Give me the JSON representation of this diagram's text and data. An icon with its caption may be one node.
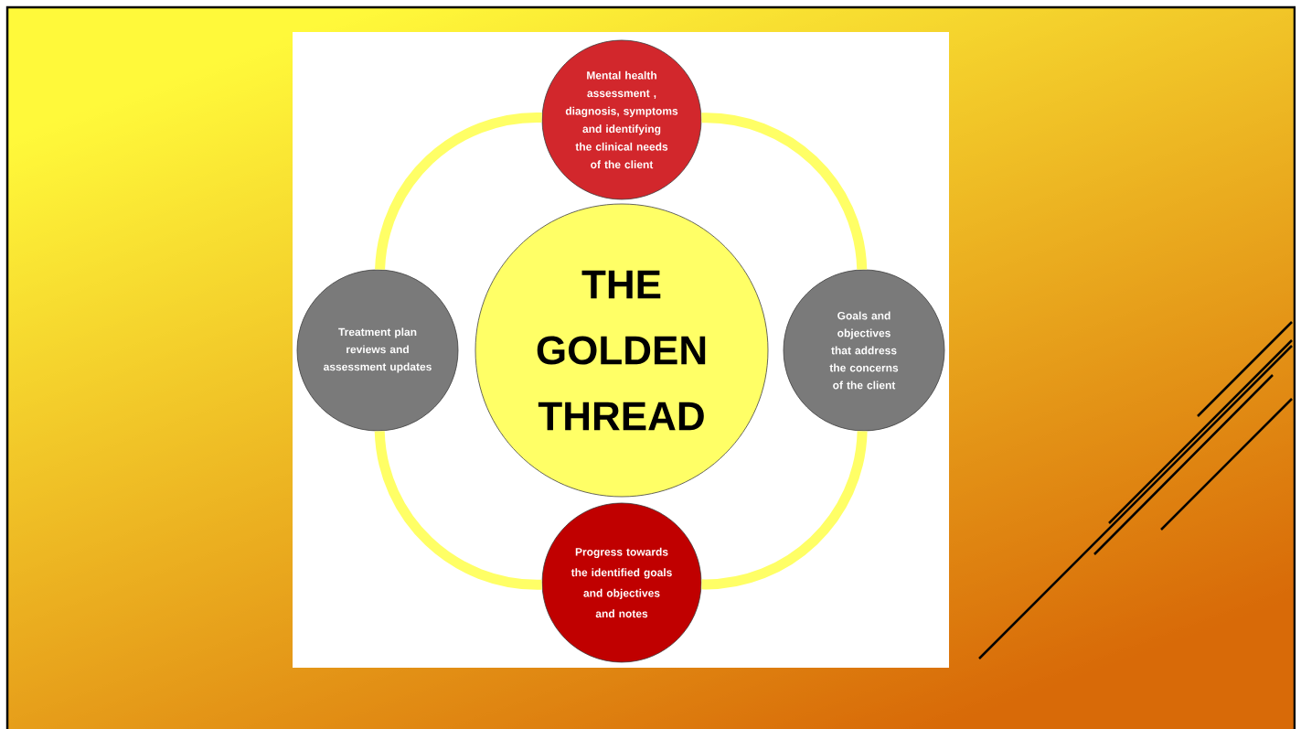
{
  "diagram": {
    "nodes": [
      {
        "text": [
          "Mental health assessment , diagnosis, symptoms and identifying the clinical needs of the client"
        ]
      },
      {
        "text": [
          "Treatment plan reviews and assessment updates"
        ]
      },
      {
        "text": [
          "THE GOLDEN THREAD"
        ]
      },
      {
        "text": [
          "Goals and objectives that address the concerns of the client"
        ]
      },
      {
        "text": [
          "Progress towards the identified goals and objectives and notes"
        ]
      }
    ],
    "edges": [
      {
        "from": 0,
        "to": 3,
        "arrow": "none"
      },
      {
        "from": 3,
        "to": 4,
        "arrow": "none"
      },
      {
        "from": 4,
        "to": 1,
        "arrow": "none"
      },
      {
        "from": 1,
        "to": 0,
        "arrow": "none"
      }
    ]
  }
}
